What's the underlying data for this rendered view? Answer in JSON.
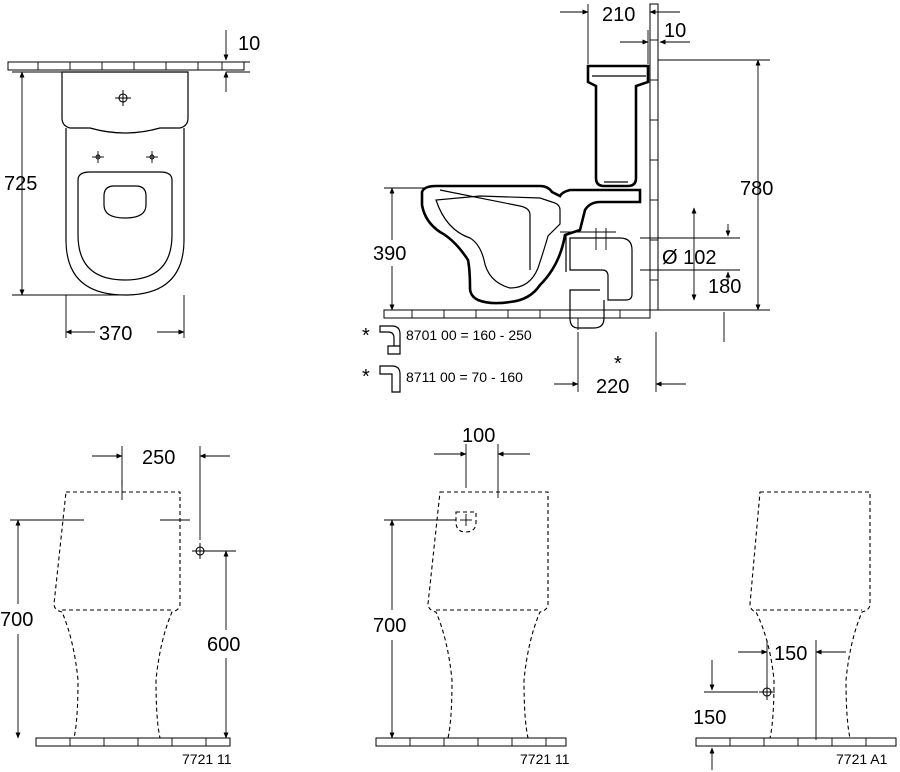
{
  "top_view": {
    "depth": "725",
    "width": "370",
    "wall_gap": "10"
  },
  "side_view": {
    "tank_offset": "210",
    "wall_gap": "10",
    "total_height": "780",
    "seat_height": "390",
    "outlet_diameter": "Ø 102",
    "outlet_height": "180",
    "outlet_distance": "220",
    "outlet_star": "*",
    "bend_1_star": "*",
    "bend_1": "8701 00 = 160 - 250",
    "bend_2_star": "*",
    "bend_2": "8711 00 = 70 - 160"
  },
  "front_view_1": {
    "spacing": "250",
    "height": "700",
    "connection_height": "600",
    "code": "7721 11"
  },
  "front_view_2": {
    "spacing": "100",
    "height": "700",
    "code": "7721 11"
  },
  "front_view_3": {
    "spacing": "150",
    "connection_height": "150",
    "code": "7721 A1"
  }
}
